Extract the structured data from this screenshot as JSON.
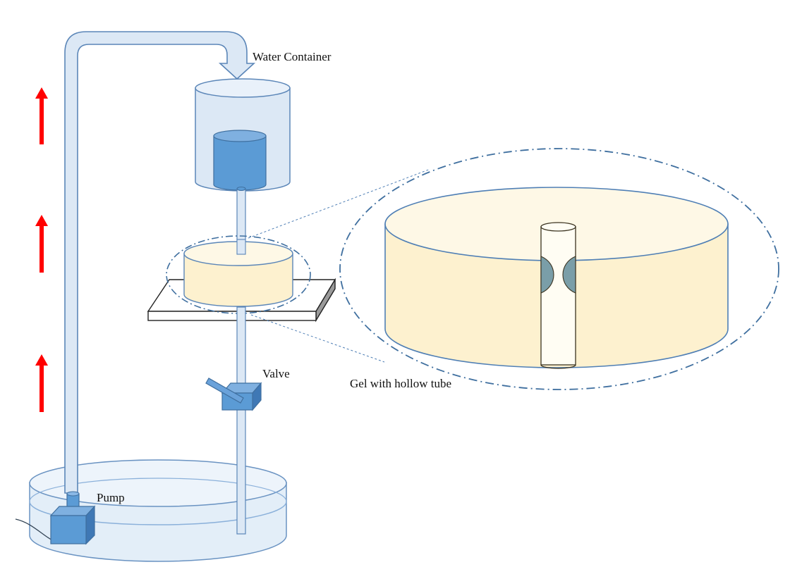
{
  "labels": {
    "water_container": "Water Container",
    "valve": "Valve",
    "gel": "Gel with hollow tube",
    "pump": "Pump"
  },
  "colors": {
    "pipe_fill": "#dce8f5",
    "pipe_stroke": "#5b86b8",
    "water_dark": "#5b9bd5",
    "gel_fill": "#fdf1cf",
    "gel_top": "#fef8e6",
    "arrow_red": "#ff0000",
    "droplet": "#7a9ea8"
  },
  "icons": [
    "flow-arrow-up-icon",
    "flow-arrow-down-icon"
  ],
  "flow_arrow_count": 3
}
